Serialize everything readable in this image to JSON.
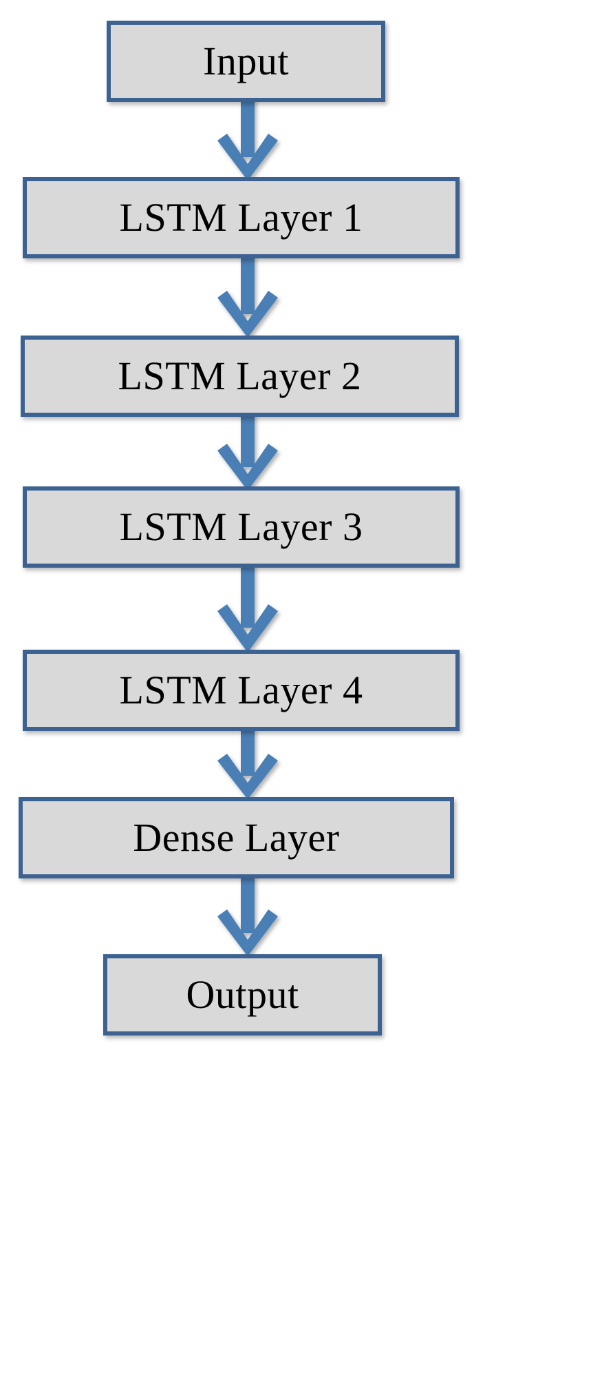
{
  "diagram": {
    "title": "LSTM network architecture flowchart",
    "type": "flowchart",
    "orientation": "vertical",
    "colors": {
      "node_fill": "#d9d9d9",
      "node_border": "#3c6292",
      "arrow": "#4a7fb5",
      "text": "#000000",
      "background": "#ffffff"
    },
    "nodes": [
      {
        "id": "input",
        "label": "Input",
        "shape": "rectangle"
      },
      {
        "id": "lstm1",
        "label": "LSTM Layer 1",
        "shape": "rectangle"
      },
      {
        "id": "lstm2",
        "label": "LSTM Layer 2",
        "shape": "rectangle"
      },
      {
        "id": "lstm3",
        "label": "LSTM Layer 3",
        "shape": "rectangle"
      },
      {
        "id": "lstm4",
        "label": "LSTM Layer 4",
        "shape": "rectangle"
      },
      {
        "id": "dense",
        "label": "Dense Layer",
        "shape": "rectangle"
      },
      {
        "id": "output",
        "label": "Output",
        "shape": "rectangle"
      }
    ],
    "edges": [
      {
        "from": "input",
        "to": "lstm1",
        "style": "down-arrow"
      },
      {
        "from": "lstm1",
        "to": "lstm2",
        "style": "down-arrow"
      },
      {
        "from": "lstm2",
        "to": "lstm3",
        "style": "down-arrow"
      },
      {
        "from": "lstm3",
        "to": "lstm4",
        "style": "down-arrow"
      },
      {
        "from": "lstm4",
        "to": "dense",
        "style": "down-arrow"
      },
      {
        "from": "dense",
        "to": "output",
        "style": "down-arrow"
      }
    ]
  }
}
